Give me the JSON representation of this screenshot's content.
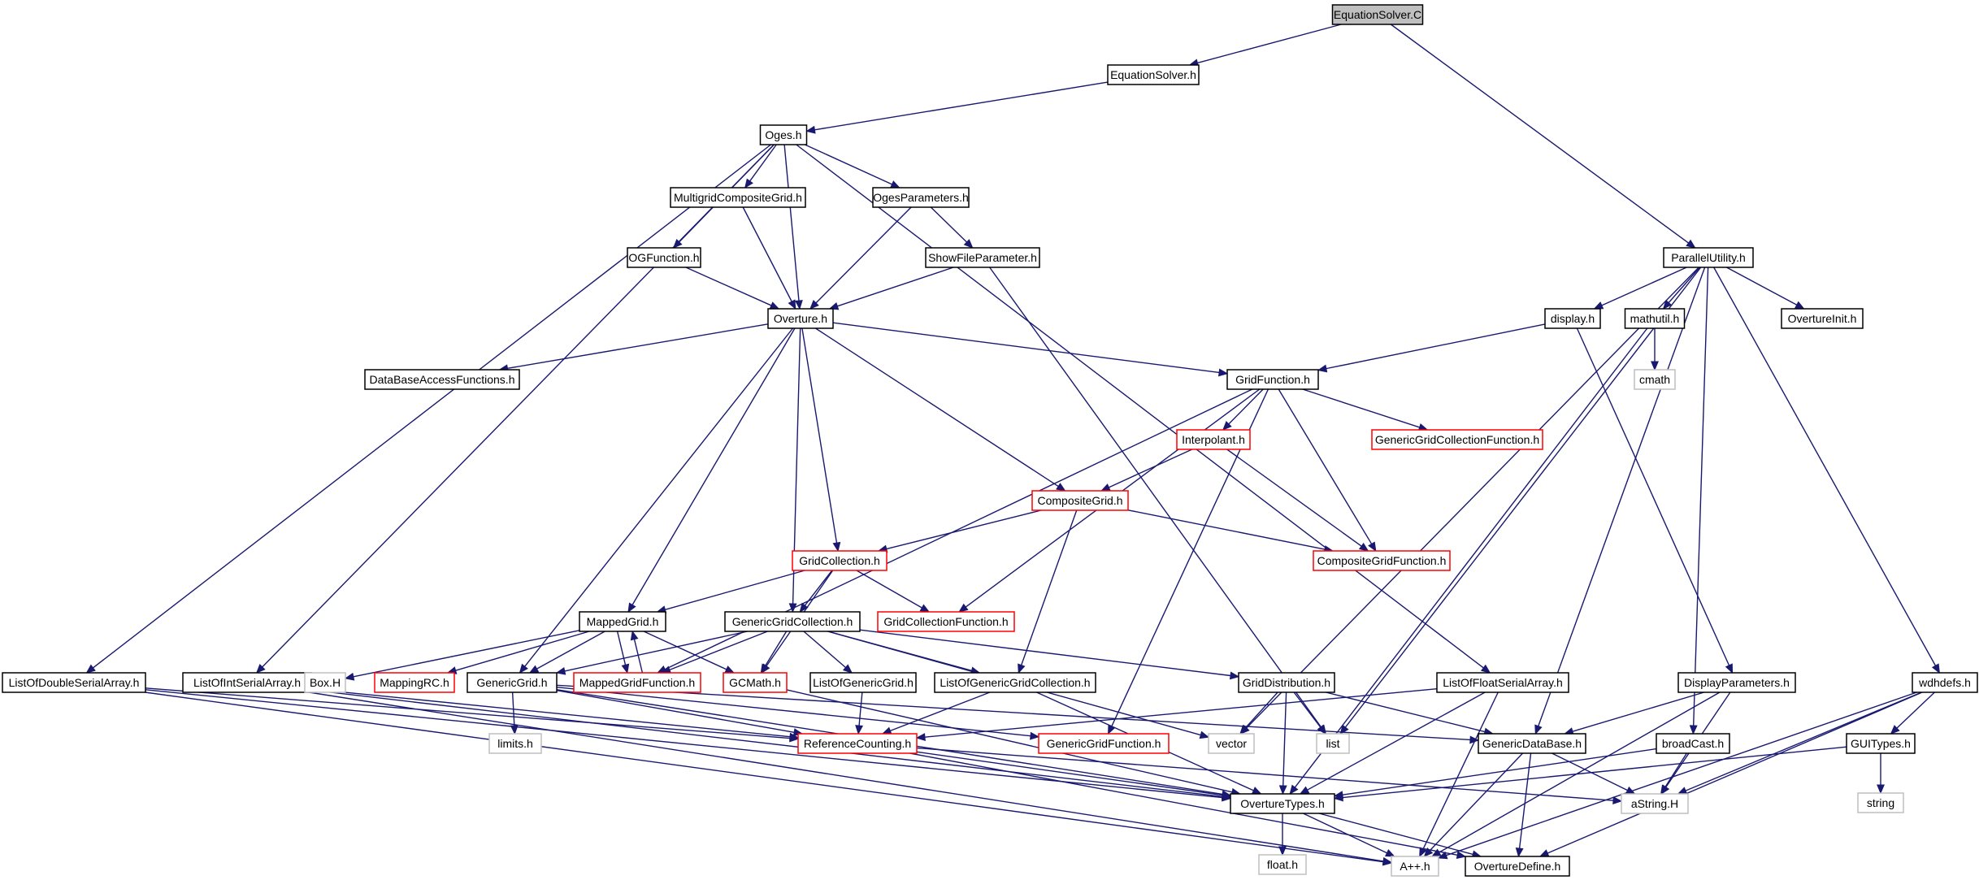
{
  "colors": {
    "edge": "#191970",
    "border_normal": "#000000",
    "border_truncated": "#ff0000",
    "border_external": "#bfbfbf",
    "fill_root": "#bfbfbf",
    "fill": "#ffffff"
  },
  "nodes": [
    {
      "id": "EquationSolverC",
      "label": "EquationSolver.C",
      "kind": "root"
    },
    {
      "id": "EquationSolverH",
      "label": "EquationSolver.h",
      "kind": "normal"
    },
    {
      "id": "OgesH",
      "label": "Oges.h",
      "kind": "normal"
    },
    {
      "id": "MultigridCompositeGridH",
      "label": "MultigridCompositeGrid.h",
      "kind": "normal"
    },
    {
      "id": "OgesParametersH",
      "label": "OgesParameters.h",
      "kind": "normal"
    },
    {
      "id": "OGFunctionH",
      "label": "OGFunction.h",
      "kind": "normal"
    },
    {
      "id": "ShowFileParameterH",
      "label": "ShowFileParameter.h",
      "kind": "normal"
    },
    {
      "id": "OvertureH",
      "label": "Overture.h",
      "kind": "normal"
    },
    {
      "id": "ParallelUtilityH",
      "label": "ParallelUtility.h",
      "kind": "normal"
    },
    {
      "id": "DisplayH",
      "label": "display.h",
      "kind": "normal"
    },
    {
      "id": "MathutilH",
      "label": "mathutil.h",
      "kind": "normal"
    },
    {
      "id": "OvertureInitH",
      "label": "OvertureInit.h",
      "kind": "normal"
    },
    {
      "id": "Cmath",
      "label": "cmath",
      "kind": "external"
    },
    {
      "id": "DataBaseAccessFunctionsH",
      "label": "DataBaseAccessFunctions.h",
      "kind": "normal"
    },
    {
      "id": "GridFunctionH",
      "label": "GridFunction.h",
      "kind": "normal"
    },
    {
      "id": "InterpolantH",
      "label": "Interpolant.h",
      "kind": "truncated"
    },
    {
      "id": "GenericGridCollectionFunctionH",
      "label": "GenericGridCollectionFunction.h",
      "kind": "truncated"
    },
    {
      "id": "CompositeGridH",
      "label": "CompositeGrid.h",
      "kind": "truncated"
    },
    {
      "id": "CompositeGridFunctionH",
      "label": "CompositeGridFunction.h",
      "kind": "truncated"
    },
    {
      "id": "GridCollectionH",
      "label": "GridCollection.h",
      "kind": "truncated"
    },
    {
      "id": "MappedGridH",
      "label": "MappedGrid.h",
      "kind": "normal"
    },
    {
      "id": "GenericGridCollectionH",
      "label": "GenericGridCollection.h",
      "kind": "normal"
    },
    {
      "id": "GridCollectionFunctionH",
      "label": "GridCollectionFunction.h",
      "kind": "truncated"
    },
    {
      "id": "ListOfDoubleSerialArrayH",
      "label": "ListOfDoubleSerialArray.h",
      "kind": "normal"
    },
    {
      "id": "ListOfIntSerialArrayH",
      "label": "ListOfIntSerialArray.h",
      "kind": "normal"
    },
    {
      "id": "BoxH",
      "label": "Box.H",
      "kind": "external"
    },
    {
      "id": "MappingRCH",
      "label": "MappingRC.h",
      "kind": "truncated"
    },
    {
      "id": "GenericGridH",
      "label": "GenericGrid.h",
      "kind": "normal"
    },
    {
      "id": "MappedGridFunctionH",
      "label": "MappedGridFunction.h",
      "kind": "truncated"
    },
    {
      "id": "GCMathH",
      "label": "GCMath.h",
      "kind": "truncated"
    },
    {
      "id": "ListOfGenericGridH",
      "label": "ListOfGenericGrid.h",
      "kind": "normal"
    },
    {
      "id": "ListOfGenericGridCollectionH",
      "label": "ListOfGenericGridCollection.h",
      "kind": "normal"
    },
    {
      "id": "GridDistributionH",
      "label": "GridDistribution.h",
      "kind": "normal"
    },
    {
      "id": "ListOfFloatSerialArrayH",
      "label": "ListOfFloatSerialArray.h",
      "kind": "normal"
    },
    {
      "id": "DisplayParametersH",
      "label": "DisplayParameters.h",
      "kind": "normal"
    },
    {
      "id": "WdhdefsH",
      "label": "wdhdefs.h",
      "kind": "normal"
    },
    {
      "id": "LimitsH",
      "label": "limits.h",
      "kind": "external"
    },
    {
      "id": "ReferenceCountingH",
      "label": "ReferenceCounting.h",
      "kind": "truncated"
    },
    {
      "id": "GenericGridFunctionH",
      "label": "GenericGridFunction.h",
      "kind": "truncated"
    },
    {
      "id": "Vector",
      "label": "vector",
      "kind": "external"
    },
    {
      "id": "List",
      "label": "list",
      "kind": "external"
    },
    {
      "id": "GenericDataBaseH",
      "label": "GenericDataBase.h",
      "kind": "normal"
    },
    {
      "id": "BroadCastH",
      "label": "broadCast.h",
      "kind": "normal"
    },
    {
      "id": "GUITypesH",
      "label": "GUITypes.h",
      "kind": "normal"
    },
    {
      "id": "StringH",
      "label": "string",
      "kind": "external"
    },
    {
      "id": "OvertureTypesH",
      "label": "OvertureTypes.h",
      "kind": "normal"
    },
    {
      "id": "AStringH",
      "label": "aString.H",
      "kind": "external"
    },
    {
      "id": "FloatH",
      "label": "float.h",
      "kind": "external"
    },
    {
      "id": "AppH",
      "label": "A++.h",
      "kind": "external"
    },
    {
      "id": "OvertureDefineH",
      "label": "OvertureDefine.h",
      "kind": "normal"
    }
  ],
  "edges": [
    [
      "EquationSolverC",
      "EquationSolverH"
    ],
    [
      "EquationSolverC",
      "ParallelUtilityH"
    ],
    [
      "EquationSolverH",
      "OgesH"
    ],
    [
      "OgesH",
      "MultigridCompositeGridH"
    ],
    [
      "OgesH",
      "OgesParametersH"
    ],
    [
      "OgesH",
      "OGFunctionH"
    ],
    [
      "OgesH",
      "OvertureH"
    ],
    [
      "OgesH",
      "ListOfDoubleSerialArrayH"
    ],
    [
      "OgesH",
      "ListOfIntSerialArrayH"
    ],
    [
      "OgesH",
      "ListOfFloatSerialArrayH"
    ],
    [
      "MultigridCompositeGridH",
      "OvertureH"
    ],
    [
      "OgesParametersH",
      "OvertureH"
    ],
    [
      "OgesParametersH",
      "ShowFileParameterH"
    ],
    [
      "OGFunctionH",
      "OvertureH"
    ],
    [
      "ShowFileParameterH",
      "OvertureH"
    ],
    [
      "ShowFileParameterH",
      "List"
    ],
    [
      "OvertureH",
      "DataBaseAccessFunctionsH"
    ],
    [
      "OvertureH",
      "GridFunctionH"
    ],
    [
      "OvertureH",
      "CompositeGridH"
    ],
    [
      "OvertureH",
      "GridCollectionH"
    ],
    [
      "OvertureH",
      "MappedGridH"
    ],
    [
      "OvertureH",
      "GenericGridCollectionH"
    ],
    [
      "OvertureH",
      "GenericGridH"
    ],
    [
      "ParallelUtilityH",
      "DisplayH"
    ],
    [
      "ParallelUtilityH",
      "MathutilH"
    ],
    [
      "ParallelUtilityH",
      "OvertureInitH"
    ],
    [
      "ParallelUtilityH",
      "WdhdefsH"
    ],
    [
      "ParallelUtilityH",
      "Vector"
    ],
    [
      "ParallelUtilityH",
      "List"
    ],
    [
      "ParallelUtilityH",
      "GenericDataBaseH"
    ],
    [
      "ParallelUtilityH",
      "BroadCastH"
    ],
    [
      "DisplayH",
      "GridFunctionH"
    ],
    [
      "DisplayH",
      "DisplayParametersH"
    ],
    [
      "MathutilH",
      "Cmath"
    ],
    [
      "MathutilH",
      "OvertureTypesH"
    ],
    [
      "GridFunctionH",
      "InterpolantH"
    ],
    [
      "GridFunctionH",
      "GenericGridCollectionFunctionH"
    ],
    [
      "GridFunctionH",
      "CompositeGridFunctionH"
    ],
    [
      "GridFunctionH",
      "GridCollectionFunctionH"
    ],
    [
      "GridFunctionH",
      "MappedGridFunctionH"
    ],
    [
      "GridFunctionH",
      "GenericGridFunctionH"
    ],
    [
      "InterpolantH",
      "CompositeGridH"
    ],
    [
      "InterpolantH",
      "CompositeGridFunctionH"
    ],
    [
      "CompositeGridH",
      "GridCollectionH"
    ],
    [
      "CompositeGridH",
      "CompositeGridFunctionH"
    ],
    [
      "CompositeGridH",
      "ListOfGenericGridCollectionH"
    ],
    [
      "GridCollectionH",
      "MappedGridH"
    ],
    [
      "GridCollectionH",
      "GenericGridCollectionH"
    ],
    [
      "GridCollectionH",
      "GridCollectionFunctionH"
    ],
    [
      "GridCollectionH",
      "GCMathH"
    ],
    [
      "MappedGridH",
      "BoxH"
    ],
    [
      "MappedGridH",
      "MappingRCH"
    ],
    [
      "MappedGridH",
      "GenericGridH"
    ],
    [
      "MappedGridH",
      "MappedGridFunctionH"
    ],
    [
      "MappedGridH",
      "GCMathH"
    ],
    [
      "MappedGridFunctionH",
      "MappedGridH"
    ],
    [
      "GenericGridCollectionH",
      "GenericGridH"
    ],
    [
      "GenericGridCollectionH",
      "GCMathH"
    ],
    [
      "GenericGridCollectionH",
      "ListOfGenericGridH"
    ],
    [
      "GenericGridCollectionH",
      "ListOfGenericGridCollectionH"
    ],
    [
      "GenericGridCollectionH",
      "GridDistributionH"
    ],
    [
      "GenericGridCollectionH",
      "Vector"
    ],
    [
      "GenericGridCollectionH",
      "MappedGridFunctionH"
    ],
    [
      "ListOfDoubleSerialArrayH",
      "ReferenceCountingH"
    ],
    [
      "ListOfDoubleSerialArrayH",
      "OvertureTypesH"
    ],
    [
      "ListOfDoubleSerialArrayH",
      "AppH"
    ],
    [
      "ListOfIntSerialArrayH",
      "ReferenceCountingH"
    ],
    [
      "ListOfIntSerialArrayH",
      "OvertureTypesH"
    ],
    [
      "ListOfIntSerialArrayH",
      "AppH"
    ],
    [
      "GenericGridH",
      "LimitsH"
    ],
    [
      "GenericGridH",
      "ReferenceCountingH"
    ],
    [
      "GenericGridH",
      "OvertureTypesH"
    ],
    [
      "GenericGridH",
      "GenericDataBaseH"
    ],
    [
      "GenericGridH",
      "GenericGridFunctionH"
    ],
    [
      "GCMathH",
      "OvertureTypesH"
    ],
    [
      "ListOfGenericGridH",
      "ReferenceCountingH"
    ],
    [
      "ListOfGenericGridCollectionH",
      "ReferenceCountingH"
    ],
    [
      "ListOfGenericGridCollectionH",
      "OvertureTypesH"
    ],
    [
      "GridDistributionH",
      "Vector"
    ],
    [
      "GridDistributionH",
      "List"
    ],
    [
      "GridDistributionH",
      "OvertureTypesH"
    ],
    [
      "GridDistributionH",
      "GenericDataBaseH"
    ],
    [
      "ListOfFloatSerialArrayH",
      "ReferenceCountingH"
    ],
    [
      "ListOfFloatSerialArrayH",
      "OvertureTypesH"
    ],
    [
      "ListOfFloatSerialArrayH",
      "AppH"
    ],
    [
      "DisplayParametersH",
      "GenericDataBaseH"
    ],
    [
      "DisplayParametersH",
      "AStringH"
    ],
    [
      "DisplayParametersH",
      "AppH"
    ],
    [
      "WdhdefsH",
      "GUITypesH"
    ],
    [
      "WdhdefsH",
      "AStringH"
    ],
    [
      "WdhdefsH",
      "AppH"
    ],
    [
      "WdhdefsH",
      "OvertureDefineH"
    ],
    [
      "ReferenceCountingH",
      "OvertureTypesH"
    ],
    [
      "ReferenceCountingH",
      "AStringH"
    ],
    [
      "ReferenceCountingH",
      "OvertureDefineH"
    ],
    [
      "GenericDataBaseH",
      "AStringH"
    ],
    [
      "GenericDataBaseH",
      "OvertureDefineH"
    ],
    [
      "GenericDataBaseH",
      "AppH"
    ],
    [
      "BroadCastH",
      "AStringH"
    ],
    [
      "BroadCastH",
      "OvertureTypesH"
    ],
    [
      "GUITypesH",
      "StringH"
    ],
    [
      "GUITypesH",
      "OvertureTypesH"
    ],
    [
      "OvertureTypesH",
      "FloatH"
    ],
    [
      "OvertureTypesH",
      "AppH"
    ],
    [
      "OvertureTypesH",
      "OvertureDefineH"
    ]
  ]
}
